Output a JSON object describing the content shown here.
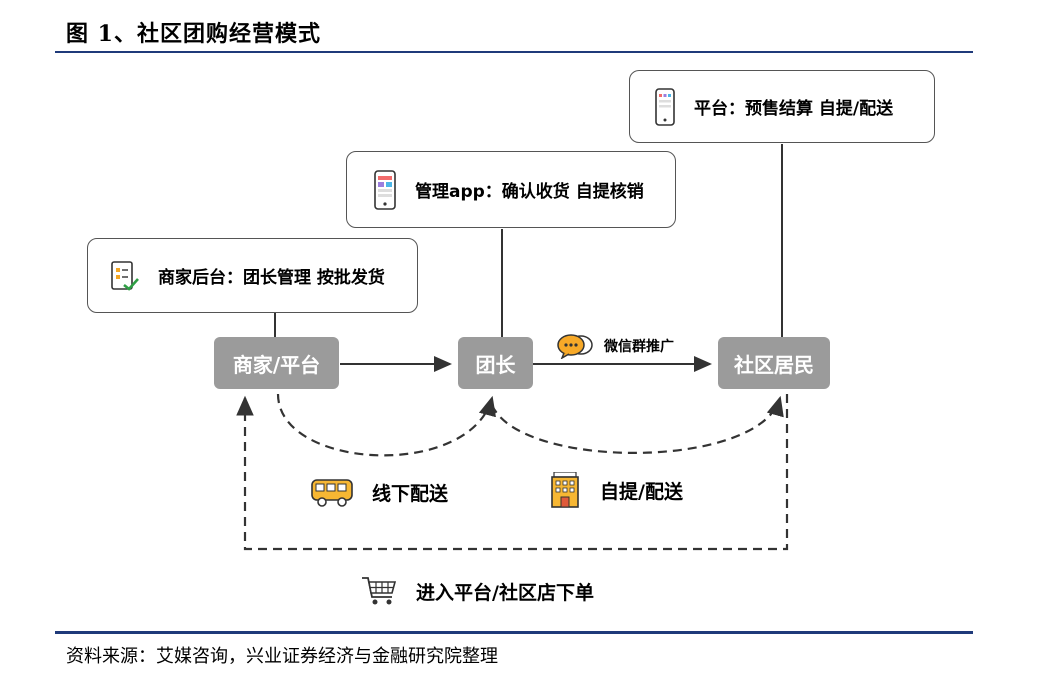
{
  "figure": {
    "title": "图 1、社区团购经营模式",
    "source": "资料来源：艾媒咨询，兴业证券经济与金融研究院整理"
  },
  "callouts": {
    "merchant": "商家后台：团长管理 按批发货",
    "leader": "管理app：确认收货 自提核销",
    "platform": "平台：预售结算  自提/配送"
  },
  "nodes": {
    "merchant": "商家/平台",
    "leader": "团长",
    "resident": "社区居民"
  },
  "edges": {
    "wechat": "微信群推广",
    "offline": "线下配送",
    "pickup": "自提/配送",
    "order": "进入平台/社区店下单"
  },
  "colors": {
    "node": "#9b9b9b",
    "rule": "#1f3a7a",
    "line": "#333333"
  },
  "icons": [
    "checklist-icon",
    "phone-app-icon",
    "phone-icon",
    "chat-bubble-icon",
    "bus-icon",
    "building-icon",
    "shopping-cart-icon"
  ]
}
